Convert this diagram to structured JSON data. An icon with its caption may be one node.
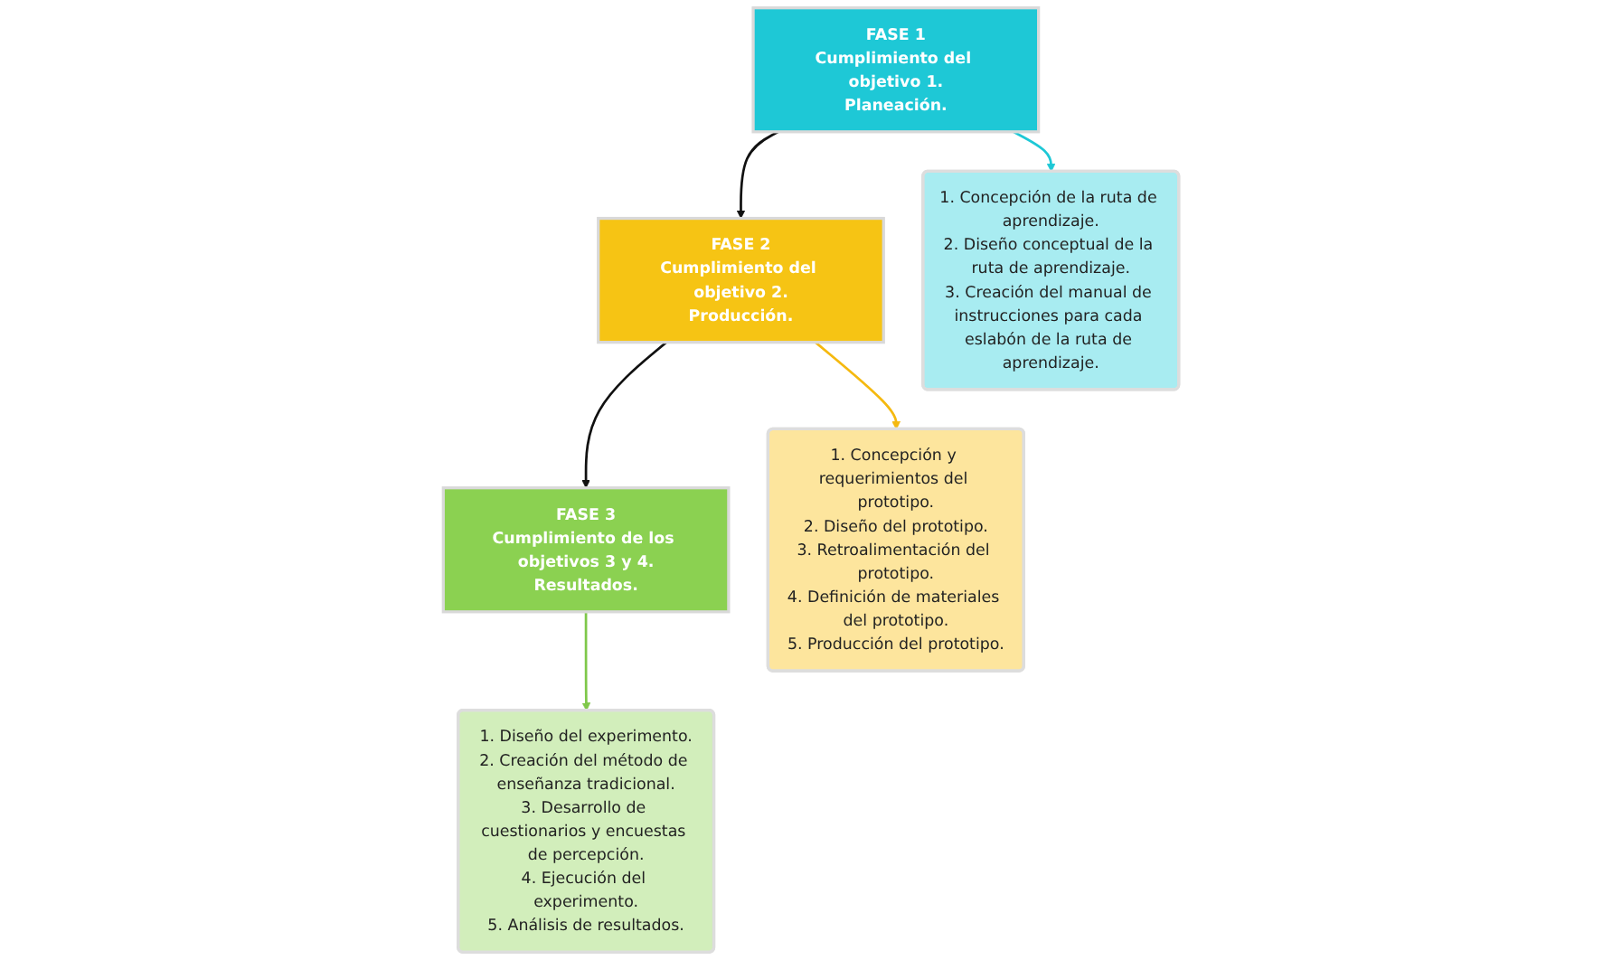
{
  "diagram": {
    "nodes": [
      {
        "text": [
          "FASE 1",
          "Cumplimiento del objetivo 1.",
          "Planeación."
        ]
      },
      {
        "text": [
          "FASE 2",
          "Cumplimiento del objetivo 2.",
          "Producción."
        ]
      },
      {
        "text": [
          "FASE 3",
          "Cumplimiento de los objetivos 3 y 4.",
          "Resultados."
        ]
      },
      {
        "text": [
          "1. Concepción de la ruta de aprendizaje.",
          "2. Diseño conceptual de la ruta de aprendizaje.",
          "3. Creación del manual de instrucciones para cada eslabón de la ruta de aprendizaje."
        ]
      },
      {
        "text": [
          "1. Concepción y requerimientos del prototipo.",
          "2. Diseño del prototipo.",
          "3. Retroalimentación del prototipo.",
          "4. Definición de materiales del prototipo.",
          "5. Producción del prototipo."
        ]
      },
      {
        "text": [
          "1. Diseño del experimento.",
          "2. Creación del método de enseñanza tradicional.",
          "3. Desarrollo de cuestionarios y encuestas de percepción.",
          "4. Ejecución del experimento.",
          "5. Análisis de resultados."
        ]
      }
    ],
    "edges": [
      {
        "from": 0,
        "to": 1,
        "arrow": "to"
      },
      {
        "from": 1,
        "to": 2,
        "arrow": "to"
      },
      {
        "from": 0,
        "to": 3,
        "arrow": "to",
        "color": "#1ec8d6"
      },
      {
        "from": 1,
        "to": 4,
        "arrow": "to",
        "color": "#f5b90f"
      },
      {
        "from": 2,
        "to": 5,
        "arrow": "to",
        "color": "#7fc84a"
      }
    ]
  }
}
